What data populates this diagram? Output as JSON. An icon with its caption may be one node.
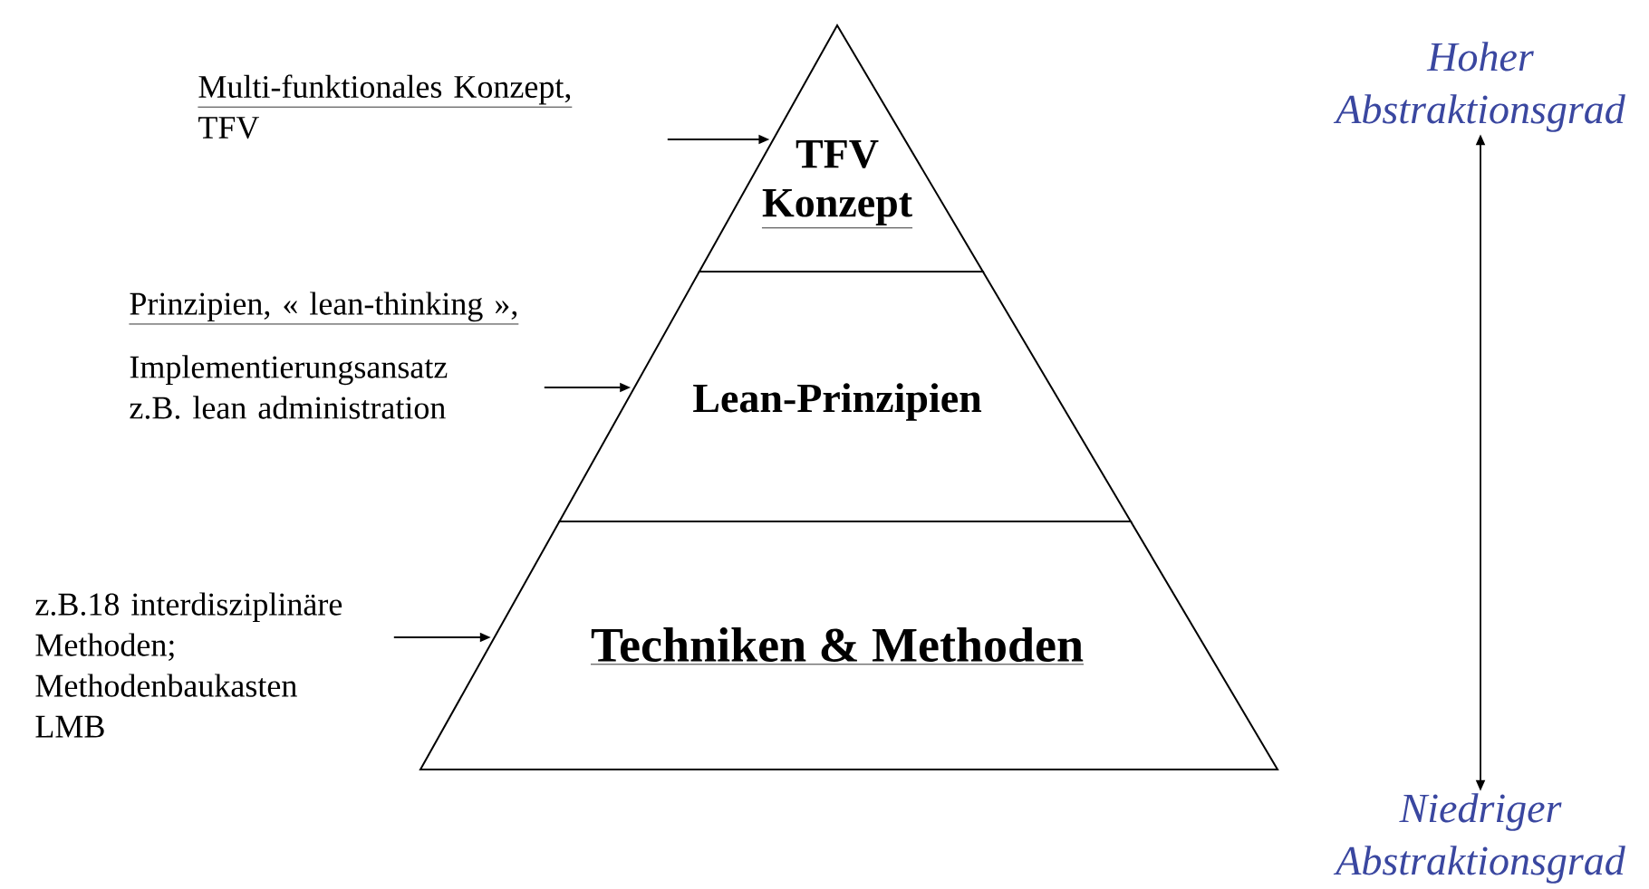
{
  "diagram": {
    "nodes": [
      {
        "text": [
          "TFV",
          "Konzept"
        ]
      },
      {
        "text": [
          "Lean-Prinzipien"
        ]
      },
      {
        "text": [
          "Techniken & Methoden"
        ]
      },
      {
        "text": [
          "Multi-funktionales Konzept,",
          "TFV"
        ]
      },
      {
        "text": [
          "Prinzipien, « lean-thinking »,",
          "Implementierungsansatz z.B. lean administration"
        ]
      },
      {
        "text": [
          "z.B.18 interdisziplinäre Methoden; Methodenbaukasten LMB"
        ]
      },
      {
        "text": [
          "Hoher Abstraktionsgrad"
        ]
      },
      {
        "text": [
          "Niedriger Abstraktionsgrad"
        ]
      }
    ],
    "edges": [
      {
        "from": 3,
        "to": 0,
        "arrow": "to"
      },
      {
        "from": 4,
        "to": 1,
        "arrow": "to"
      },
      {
        "from": 5,
        "to": 2,
        "arrow": "to"
      },
      {
        "from": 6,
        "to": 7,
        "arrow": "both"
      }
    ]
  }
}
